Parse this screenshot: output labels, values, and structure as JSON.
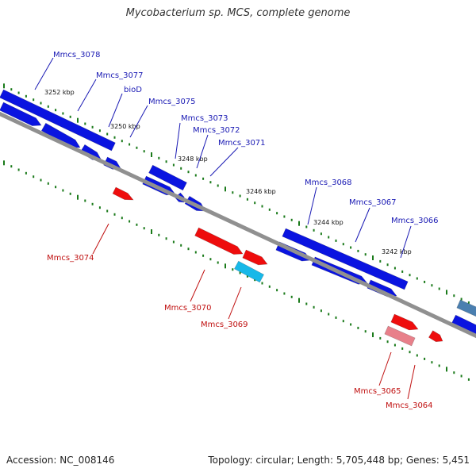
{
  "title": "Mycobacterium sp. MCS, complete genome",
  "footer": {
    "accession": "Accession: NC_008146",
    "topology": "Topology: circular; Length: 5,705,448 bp; Genes: 5,451"
  },
  "colors": {
    "forward_gene": "#0a14e0",
    "reverse_gene": "#ee0d0d",
    "rna_gene": "#18b8e8",
    "pseudo_gene": "#e8808a",
    "backbone": "#808080",
    "tick": "#1a7a1a",
    "forward_label": "#1a1ab4",
    "reverse_label": "#c01010"
  },
  "kbp_marks": [
    "3252 kbp",
    "3250 kbp",
    "3248 kbp",
    "3246 kbp",
    "3244 kbp",
    "3242 kbp"
  ],
  "forward_genes": [
    "Mmcs_3078",
    "Mmcs_3077",
    "bioD",
    "Mmcs_3075",
    "Mmcs_3073",
    "Mmcs_3072",
    "Mmcs_3071",
    "Mmcs_3068",
    "Mmcs_3067",
    "Mmcs_3066"
  ],
  "reverse_genes": [
    "Mmcs_3074",
    "Mmcs_3070",
    "Mmcs_3069",
    "Mmcs_3065",
    "Mmcs_3064"
  ]
}
